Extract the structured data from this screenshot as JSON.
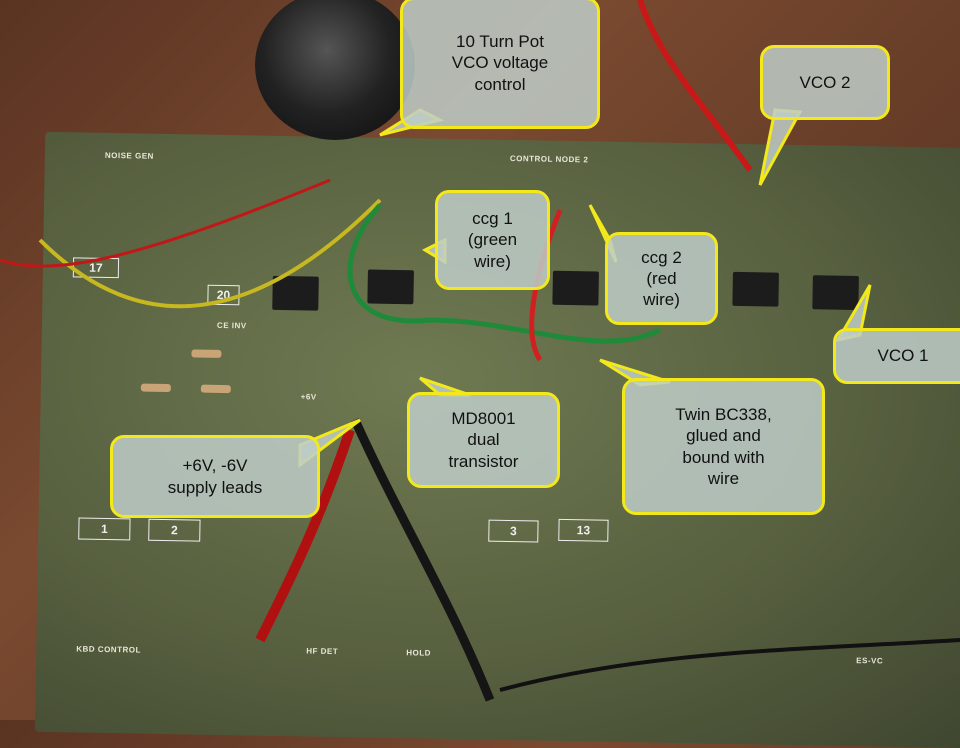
{
  "callouts": {
    "pot": "10 Turn Pot\nVCO voltage\ncontrol",
    "vco2": "VCO 2",
    "ccg1": "ccg 1\n(green\nwire)",
    "ccg2": "ccg 2\n(red\nwire)",
    "vco1": "VCO 1",
    "md8001": "MD8001\ndual\ntransistor",
    "bc338": "Twin BC338,\nglued and\nbound with\nwire",
    "supply": "+6V, -6V\nsupply leads"
  },
  "silkscreen": {
    "noise_gen": "NOISE GEN",
    "control_node": "CONTROL NODE 2",
    "ce_inv": "CE INV",
    "kbd_control": "KBD CONTROL",
    "hf_det": "HF DET",
    "hold": "HOLD",
    "es_vc": "ES-VC",
    "plus6v": "+6V"
  },
  "colors": {
    "callout_border": "#f2e81a"
  }
}
